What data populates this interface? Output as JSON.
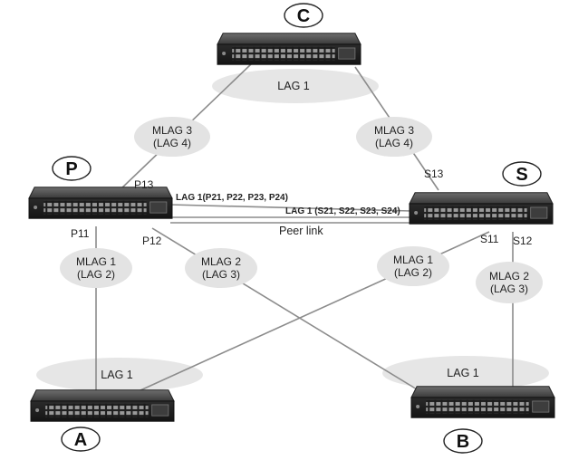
{
  "nodes": {
    "c": "C",
    "p": "P",
    "s": "S",
    "a": "A",
    "b": "B"
  },
  "groups": {
    "c_lag": "LAG 1",
    "a_lag": "LAG 1",
    "b_lag": "LAG 1",
    "mlag3_left_line1": "MLAG 3",
    "mlag3_left_line2": "(LAG 4)",
    "mlag3_right_line1": "MLAG 3",
    "mlag3_right_line2": "(LAG 4)",
    "mlag1_left_line1": "MLAG 1",
    "mlag1_left_line2": "(LAG 2)",
    "mlag2_left_line1": "MLAG 2",
    "mlag2_left_line2": "(LAG 3)",
    "mlag1_right_line1": "MLAG 1",
    "mlag1_right_line2": "(LAG 2)",
    "mlag2_right_line1": "MLAG 2",
    "mlag2_right_line2": "(LAG 3)"
  },
  "ports": {
    "p13": "P13",
    "p11": "P11",
    "p12": "P12",
    "s13": "S13",
    "s11": "S11",
    "s12": "S12"
  },
  "links": {
    "p_lag": "LAG 1(P21, P22, P23, P24)",
    "s_lag": "LAG 1 (S21, S22, S23, S24)",
    "peer_link": "Peer link"
  }
}
